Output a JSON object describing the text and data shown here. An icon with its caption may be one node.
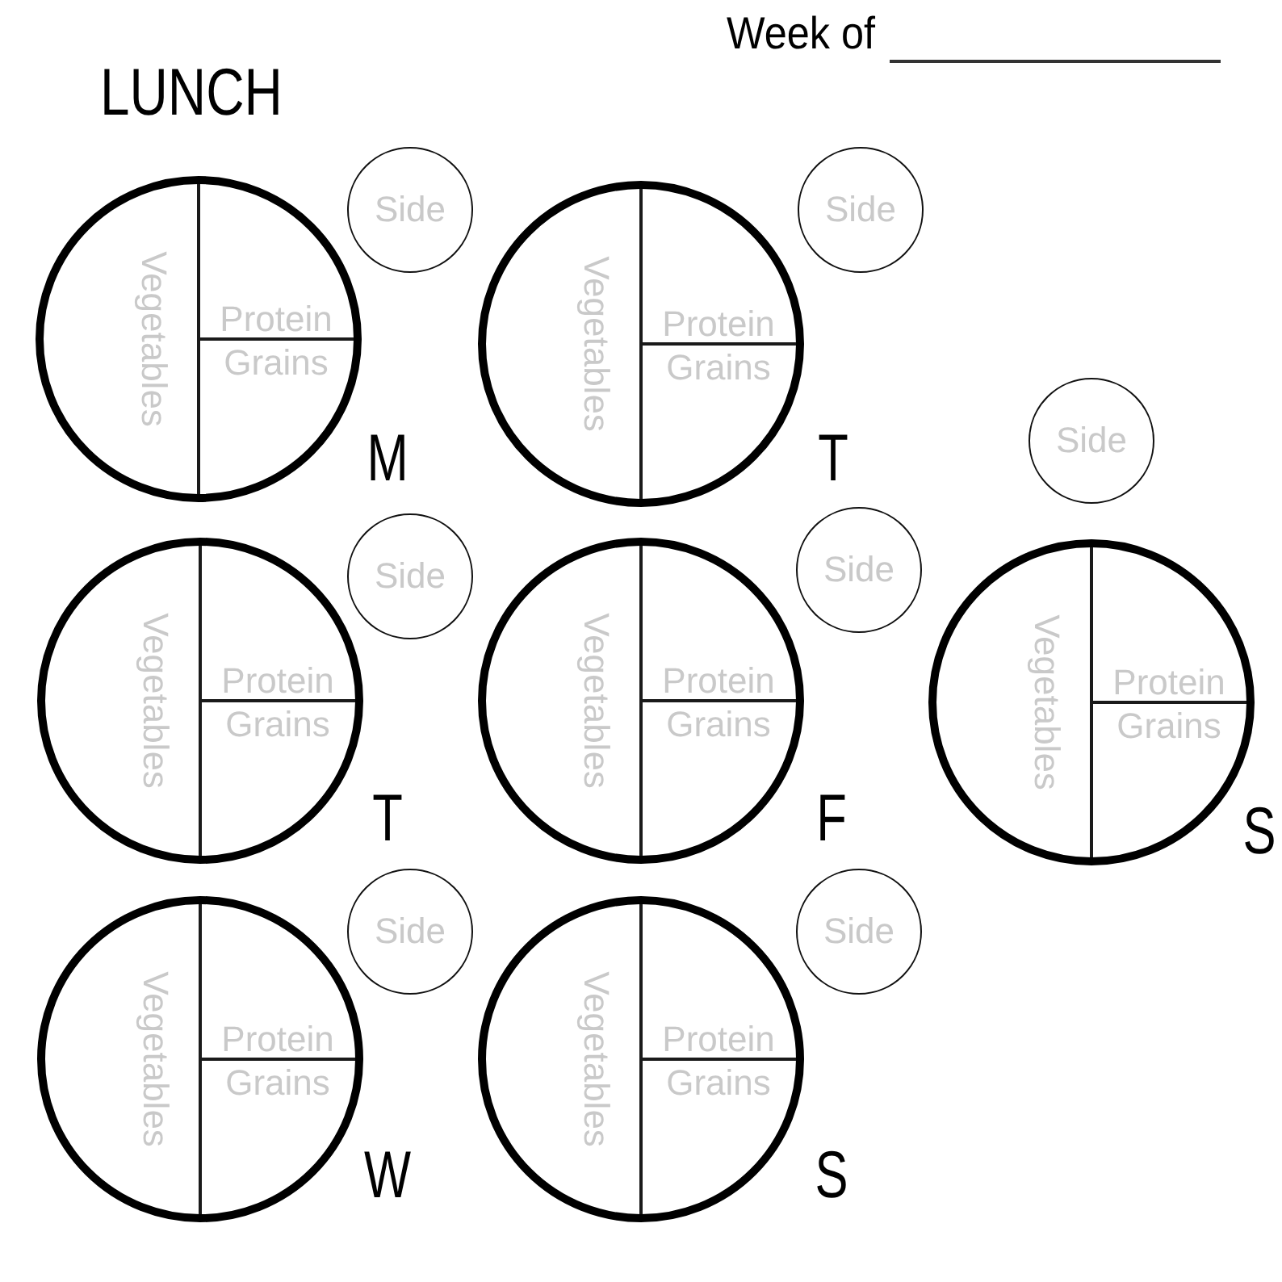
{
  "diagram": {
    "title": "LUNCH",
    "nodes": [
      {
        "text": [
          "Vegetables",
          "Protein",
          "Grains"
        ],
        "beside": [
          "M"
        ]
      },
      {
        "text": [
          "Side"
        ]
      },
      {
        "text": [
          "Vegetables",
          "Protein",
          "Grains"
        ],
        "beside": [
          "T"
        ]
      },
      {
        "text": [
          "Side"
        ]
      },
      {
        "text": [
          "Side"
        ]
      },
      {
        "text": [
          "Vegetables",
          "Protein",
          "Grains"
        ],
        "beside": [
          "T"
        ]
      },
      {
        "text": [
          "Side"
        ]
      },
      {
        "text": [
          "Vegetables",
          "Protein",
          "Grains"
        ],
        "beside": [
          "F"
        ]
      },
      {
        "text": [
          "Side"
        ]
      },
      {
        "text": [
          "Vegetables",
          "Protein",
          "Grains"
        ],
        "beside": [
          "S"
        ]
      },
      {
        "text": [
          "Vegetables",
          "Protein",
          "Grains"
        ],
        "beside": [
          "W"
        ]
      },
      {
        "text": [
          "Side"
        ]
      },
      {
        "text": [
          "Vegetables",
          "Protein",
          "Grains"
        ],
        "beside": [
          "S"
        ]
      },
      {
        "text": [
          "Side"
        ]
      }
    ],
    "labels": [
      "Week of"
    ]
  }
}
